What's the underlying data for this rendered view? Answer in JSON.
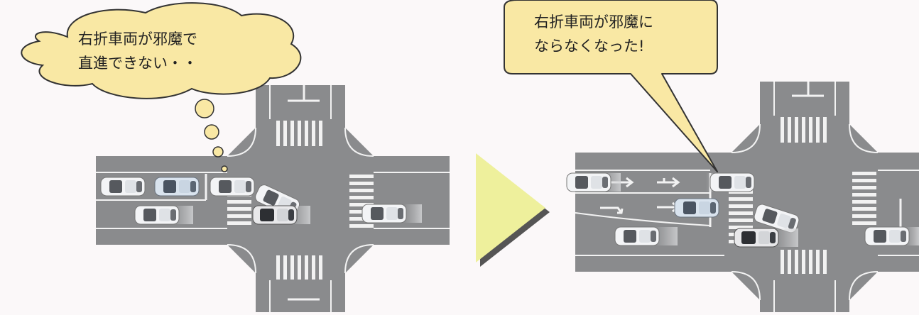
{
  "before_bubble": {
    "line1": "右折車両が邪魔で",
    "line2": "直進できない・・"
  },
  "after_bubble": {
    "line1": "右折車両が邪魔に",
    "line2": "ならなくなった!"
  },
  "colors": {
    "road": "#8a8b8d",
    "bubble_fill": "#f9e8a4",
    "bubble_stroke": "#333333",
    "arrow_fill": "#eef09c",
    "marking": "#f2f2f2"
  }
}
